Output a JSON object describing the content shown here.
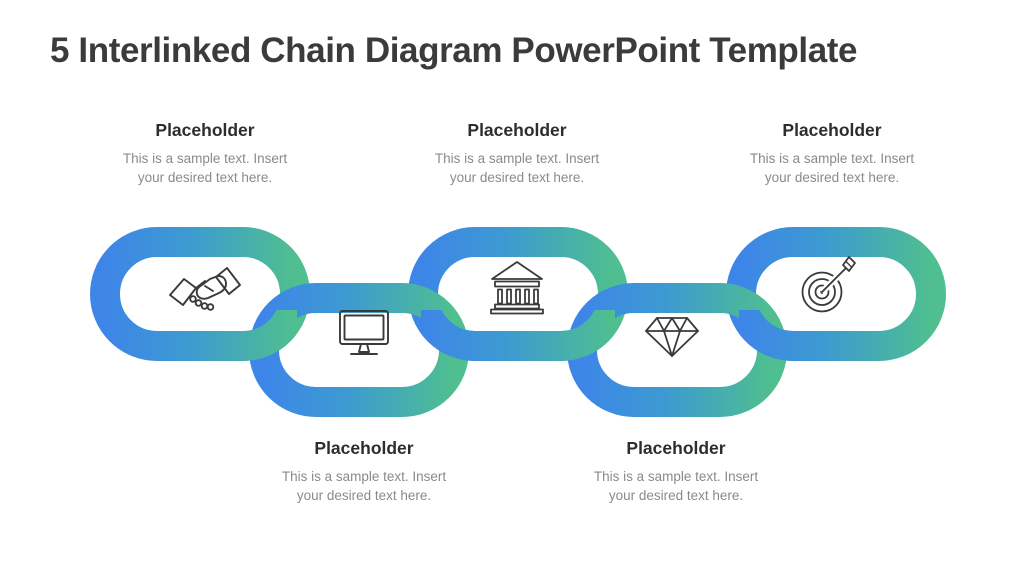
{
  "slide": {
    "title": "5 Interlinked Chain Diagram PowerPoint Template"
  },
  "colors": {
    "chain_gradient_start_blue": "#3d86e8",
    "chain_gradient_end_green": "#4fbf8f",
    "icon_stroke": "#3a3a3a",
    "title_text": "#3b3b3b",
    "label_text": "#2d2d2d",
    "body_text": "#8a8a8a",
    "background": "#ffffff"
  },
  "placeholders": [
    {
      "label": "Placeholder",
      "text_line1": "This is a sample text. Insert",
      "text_line2": "your desired text here.",
      "row": "top",
      "icon": "handshake-icon"
    },
    {
      "label": "Placeholder",
      "text_line1": "This is a sample text. Insert",
      "text_line2": "your desired text here.",
      "row": "bottom",
      "icon": "monitor-icon"
    },
    {
      "label": "Placeholder",
      "text_line1": "This is a sample text. Insert",
      "text_line2": "your desired text here.",
      "row": "top",
      "icon": "bank-icon"
    },
    {
      "label": "Placeholder",
      "text_line1": "This is a sample text. Insert",
      "text_line2": "your desired text here.",
      "row": "bottom",
      "icon": "diamond-icon"
    },
    {
      "label": "Placeholder",
      "text_line1": "This is a sample text. Insert",
      "text_line2": "your desired text here.",
      "row": "top",
      "icon": "target-icon"
    }
  ],
  "chain": {
    "link_count": 5,
    "icons": [
      "handshake-icon",
      "monitor-icon",
      "bank-icon",
      "diamond-icon",
      "target-icon"
    ]
  }
}
